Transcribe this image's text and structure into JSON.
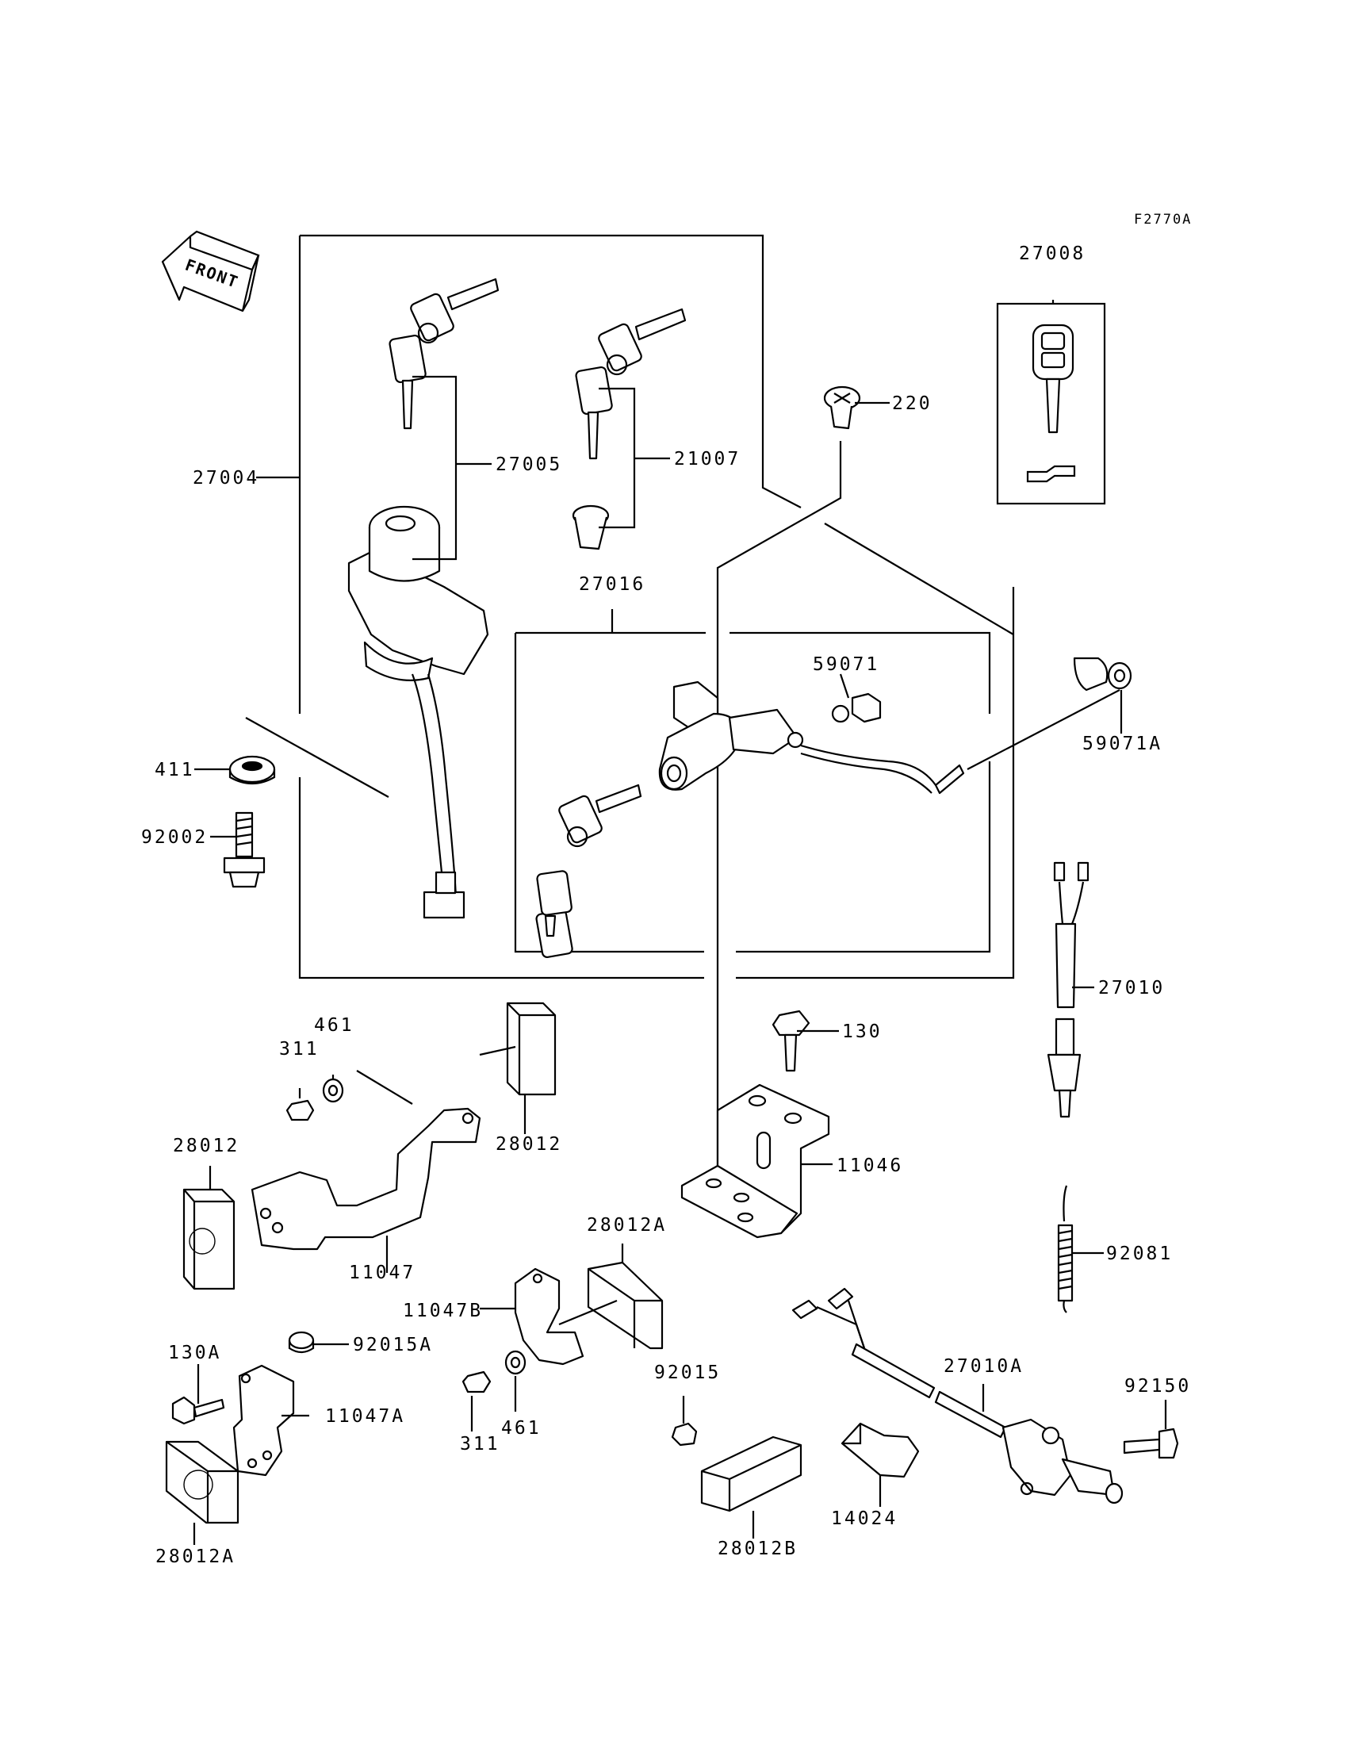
{
  "figure_code": "F2770A",
  "front_label": "FRONT",
  "parts": {
    "p27004": "27004",
    "p27005": "27005",
    "p21007": "21007",
    "p220": "220",
    "p27008": "27008",
    "p27016": "27016",
    "p59071": "59071",
    "p59071A": "59071A",
    "p411": "411",
    "p92002": "92002",
    "p27010": "27010",
    "p461a": "461",
    "p311a": "311",
    "p28012a": "28012",
    "p28012b": "28012",
    "p130": "130",
    "p11046": "11046",
    "p11047": "11047",
    "p28012A_a": "28012A",
    "p92081": "92081",
    "p11047B": "11047B",
    "p130A": "130A",
    "p92015A": "92015A",
    "p11047A": "11047A",
    "p311b": "311",
    "p461b": "461",
    "p92015": "92015",
    "p27010A": "27010A",
    "p92150": "92150",
    "p28012A_b": "28012A",
    "p14024": "14024",
    "p28012B": "28012B"
  }
}
